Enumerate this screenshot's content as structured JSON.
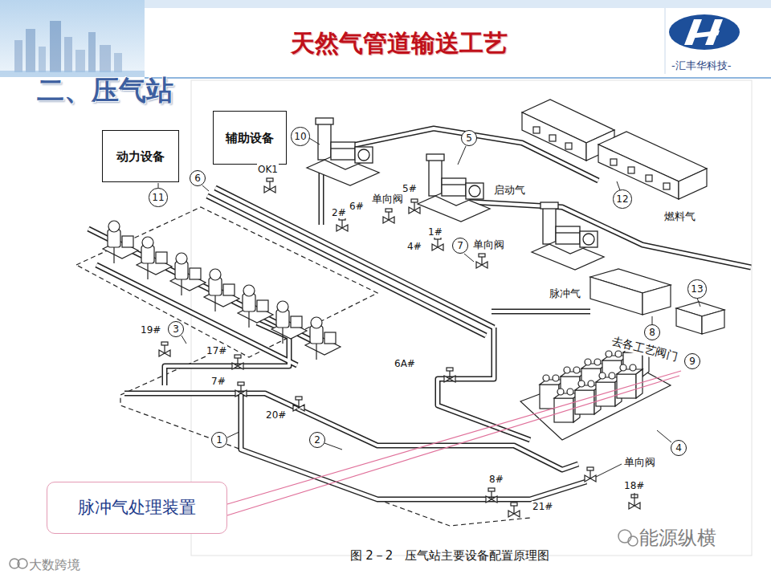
{
  "diagram": {
    "title": "天然气管道输送工艺",
    "caption": "图 2－2　压气站主要设备配置原理图",
    "nodes": [
      {
        "text": [
          "动力设备"
        ]
      },
      {
        "text": [
          "辅助设备"
        ]
      },
      {
        "text": [
          "脉冲气处理装置"
        ]
      }
    ],
    "labels": [
      "-汇丰华科技-",
      "二、压气站",
      "10",
      "OK1",
      "6",
      "11",
      "5",
      "2#",
      "6#",
      "单向阀",
      "5#",
      "启动气",
      "12",
      "1#",
      "4#",
      "7",
      "单向阀",
      "燃料气",
      "13",
      "脉冲气",
      "8",
      "去各工艺阀门",
      "9",
      "19#",
      "3",
      "17#",
      "7#",
      "6A#",
      "20#",
      "1",
      "2",
      "4",
      "单向阀",
      "8#",
      "18#",
      "21#",
      "能源纵横",
      "大数跨境"
    ]
  }
}
